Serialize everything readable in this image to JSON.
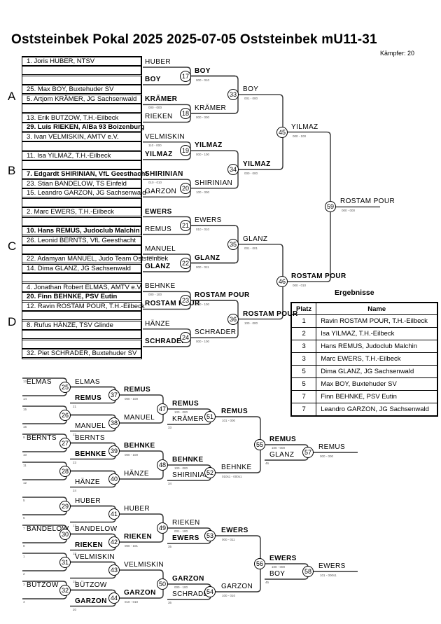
{
  "header": {
    "title": "Oststeinbek Pokal 2025  2025-07-05  Oststeinbek   mU11-31",
    "fighters_count": "Kämpfer: 20"
  },
  "pools": [
    "A",
    "B",
    "C",
    "D"
  ],
  "seeds": [
    {
      "text": "1. Joris HUBER, NTSV",
      "bold": false
    },
    {
      "text": "",
      "bold": false
    },
    {
      "text": "",
      "bold": false
    },
    {
      "text": "25. Max BOY, Buxtehuder SV",
      "bold": false
    },
    {
      "text": "5. Artjom KRÄMER, JG Sachsenwald",
      "bold": false
    },
    {
      "text": "",
      "bold": false
    },
    {
      "text": "13. Erik BUTZOW, T.H.-Eilbeck",
      "bold": false
    },
    {
      "text": "29. Luis RIEKEN, AlBa 93 Boizenburg",
      "bold": true
    },
    {
      "text": "3. Ivan VELMISKIN, AMTV e.V.",
      "bold": false
    },
    {
      "text": "",
      "bold": false
    },
    {
      "text": "11. Isa YILMAZ, T.H.-Eilbeck",
      "bold": false
    },
    {
      "text": "",
      "bold": false
    },
    {
      "text": "7. Edgardt SHIRINIAN, VfL Geesthacht",
      "bold": true
    },
    {
      "text": "23. Stian BANDELOW, TS Einfeld",
      "bold": false
    },
    {
      "text": "15. Leandro GARZON, JG Sachsenwald",
      "bold": false
    },
    {
      "text": "",
      "bold": false
    },
    {
      "text": "2. Marc EWERS, T.H.-Eilbeck",
      "bold": false
    },
    {
      "text": "",
      "bold": false
    },
    {
      "text": "10. Hans REMUS, Judoclub Malchin",
      "bold": true
    },
    {
      "text": "26. Leonid BERNTS, VfL Geesthacht",
      "bold": false
    },
    {
      "text": "",
      "bold": false
    },
    {
      "text": "22. Adamyan MANUEL, Judo Team Oststeinbek",
      "bold": false
    },
    {
      "text": "14. Dima GLANZ, JG Sachsenwald",
      "bold": false
    },
    {
      "text": "",
      "bold": false
    },
    {
      "text": "4. Jonathan Robert ELMAS, AMTV e.V.",
      "bold": false
    },
    {
      "text": "20. Finn BEHNKE, PSV Eutin",
      "bold": true
    },
    {
      "text": "12. Ravin ROSTAM POUR, T.H.-Eilbeck",
      "bold": false
    },
    {
      "text": "",
      "bold": false
    },
    {
      "text": "8. Rufus HÄNZE, TSV Glinde",
      "bold": false
    },
    {
      "text": "",
      "bold": false
    },
    {
      "text": "",
      "bold": false
    },
    {
      "text": "32. Piet SCHRADER, Buxtehuder SV",
      "bold": false
    }
  ],
  "round1_labels": [
    {
      "text": "HUBER",
      "bold": false
    },
    {
      "text": "BOY",
      "bold": true
    },
    {
      "text": "KRÄMER",
      "bold": true
    },
    {
      "text": "RIEKEN",
      "bold": false
    },
    {
      "text": "VELMISKIN",
      "bold": false
    },
    {
      "text": "YILMAZ",
      "bold": true
    },
    {
      "text": "SHIRINIAN",
      "bold": true
    },
    {
      "text": "GARZON",
      "bold": false
    },
    {
      "text": "EWERS",
      "bold": true
    },
    {
      "text": "REMUS",
      "bold": false
    },
    {
      "text": "MANUEL",
      "bold": false
    },
    {
      "text": "GLANZ",
      "bold": true
    },
    {
      "text": "BEHNKE",
      "bold": false
    },
    {
      "text": "ROSTAM POUR",
      "bold": true
    },
    {
      "text": "HÄNZE",
      "bold": false
    },
    {
      "text": "SCHRADER",
      "bold": true
    }
  ],
  "round1_scores": [
    "",
    "000 - 000",
    "110 - 000",
    "010 - 010",
    "",
    "000 - 100",
    "000 - 100",
    ""
  ],
  "main_matches": [
    {
      "no": "17",
      "winner": "BOY",
      "bold": true,
      "score": "000 - 010"
    },
    {
      "no": "18",
      "winner": "KRÄMER",
      "bold": false,
      "score": "000 - 000"
    },
    {
      "no": "19",
      "winner": "YILMAZ",
      "bold": true,
      "score": "000 - 100"
    },
    {
      "no": "20",
      "winner": "SHIRINIAN",
      "bold": false,
      "score": "100 - 000"
    },
    {
      "no": "21",
      "winner": "EWERS",
      "bold": false,
      "score": "010 - 010"
    },
    {
      "no": "22",
      "winner": "GLANZ",
      "bold": true,
      "score": "000 - 011"
    },
    {
      "no": "23",
      "winner": "ROSTAM POUR",
      "bold": true,
      "score": "000 - 100"
    },
    {
      "no": "24",
      "winner": "SCHRADER",
      "bold": false,
      "score": "000 - 100"
    },
    {
      "no": "33",
      "winner": "BOY",
      "bold": false,
      "score": "001 - 000"
    },
    {
      "no": "34",
      "winner": "YILMAZ",
      "bold": true,
      "score": "000 - 000"
    },
    {
      "no": "35",
      "winner": "GLANZ",
      "bold": false,
      "score": "001 - 001"
    },
    {
      "no": "36",
      "winner": "ROSTAM POUR",
      "bold": true,
      "score": "100 - 000"
    },
    {
      "no": "45",
      "winner": "YILMAZ",
      "bold": false,
      "score": "000 - 100"
    },
    {
      "no": "46",
      "winner": "ROSTAM POUR",
      "bold": true,
      "score": "000 - 010"
    },
    {
      "no": "59",
      "winner": "ROSTAM POUR",
      "bold": false,
      "score": "000 - 000"
    }
  ],
  "results": {
    "title": "Ergebnisse",
    "headers": [
      "Platz",
      "Name"
    ],
    "rows": [
      {
        "place": "1",
        "name": "Ravin ROSTAM POUR, T.H.-Eilbeck"
      },
      {
        "place": "2",
        "name": "Isa YILMAZ, T.H.-Eilbeck"
      },
      {
        "place": "3",
        "name": "Hans REMUS, Judoclub Malchin"
      },
      {
        "place": "3",
        "name": "Marc EWERS, T.H.-Eilbeck"
      },
      {
        "place": "5",
        "name": "Dima GLANZ, JG Sachsenwald"
      },
      {
        "place": "5",
        "name": "Max BOY, Buxtehuder SV"
      },
      {
        "place": "7",
        "name": "Finn BEHNKE, PSV Eutin"
      },
      {
        "place": "7",
        "name": "Leandro GARZON, JG Sachsenwald"
      }
    ]
  },
  "repechage": {
    "entries": [
      {
        "text": "ELMAS",
        "bold": false,
        "ref_top": "13",
        "ref_bot": "14"
      },
      {
        "text": "",
        "bold": false,
        "ref_top": "15",
        "ref_bot": "16"
      },
      {
        "text": "BERNTS",
        "bold": false,
        "ref_top": "9",
        "ref_bot": "10"
      },
      {
        "text": "",
        "bold": false,
        "ref_top": "11",
        "ref_bot": "12"
      },
      {
        "text": "",
        "bold": false,
        "ref_top": "5",
        "ref_bot": "6"
      },
      {
        "text": "BANDELOW",
        "bold": false,
        "ref_top": "7",
        "ref_bot": "8"
      },
      {
        "text": "",
        "bold": false,
        "ref_top": "1",
        "ref_bot": "2"
      },
      {
        "text": "BÜTZOW",
        "bold": false,
        "ref_top": "3",
        "ref_bot": "4"
      }
    ],
    "r1": [
      {
        "no": "25",
        "winner": "ELMAS",
        "bold": false,
        "loser": "REMUS",
        "loser_bold": true,
        "ref": "21"
      },
      {
        "no": "26",
        "winner": "",
        "bold": false,
        "loser": "MANUEL",
        "loser_bold": false,
        "ref": "22"
      },
      {
        "no": "27",
        "winner": "BERNTS",
        "bold": false,
        "loser": "BEHNKE",
        "loser_bold": true,
        "ref": "23"
      },
      {
        "no": "28",
        "winner": "",
        "bold": false,
        "loser": "HÄNZE",
        "loser_bold": false,
        "ref": "24"
      },
      {
        "no": "29",
        "winner": "HUBER",
        "bold": false,
        "loser": "",
        "loser_bold": false,
        "ref": "17"
      },
      {
        "no": "30",
        "winner": "BANDELOW",
        "bold": false,
        "loser": "RIEKEN",
        "loser_bold": true,
        "ref": "18"
      },
      {
        "no": "31",
        "winner": "VELMISKIN",
        "bold": false,
        "loser": "",
        "loser_bold": false,
        "ref": "19"
      },
      {
        "no": "32",
        "winner": "BÜTZOW",
        "bold": false,
        "loser": "GARZON",
        "loser_bold": true,
        "ref": "20"
      }
    ],
    "r2": [
      {
        "no": "37",
        "winner": "REMUS",
        "bold": true,
        "score": "000 - 100"
      },
      {
        "no": "38",
        "winner": "MANUEL",
        "bold": false,
        "score": ""
      },
      {
        "no": "39",
        "winner": "BEHNKE",
        "bold": true,
        "score": "000 - 100"
      },
      {
        "no": "40",
        "winner": "HÄNZE",
        "bold": false,
        "score": ""
      },
      {
        "no": "41",
        "winner": "HUBER",
        "bold": false,
        "score": ""
      },
      {
        "no": "42",
        "winner": "RIEKEN",
        "bold": true,
        "score": "000 - 101"
      },
      {
        "no": "43",
        "winner": "VELMISKIN",
        "bold": false,
        "score": ""
      },
      {
        "no": "44",
        "winner": "GARZON",
        "bold": true,
        "score": "010 - 010"
      }
    ],
    "r3": [
      {
        "no": "47",
        "winner": "REMUS",
        "bold": true,
        "score": "100 - 000",
        "loser": "KRÄMER",
        "ref": "33"
      },
      {
        "no": "48",
        "winner": "BEHNKE",
        "bold": true,
        "score": "100 - 000",
        "loser": "SHIRINIAN",
        "ref": "34"
      },
      {
        "no": "49",
        "winner": "RIEKEN",
        "bold": false,
        "score": "001 - 100",
        "loser": "EWERS",
        "loser_bold": true,
        "ref": "35"
      },
      {
        "no": "50",
        "winner": "GARZON",
        "bold": true,
        "score": "000 - 100",
        "loser": "SCHRADER",
        "ref": "36"
      }
    ],
    "r4": [
      {
        "no": "51",
        "winner": "REMUS",
        "bold": true,
        "score": "101 - 000"
      },
      {
        "no": "52",
        "winner": "BEHNKE",
        "bold": false,
        "score": "010s1 - 000s1"
      },
      {
        "no": "53",
        "winner": "EWERS",
        "bold": true,
        "score": "000 - 011"
      },
      {
        "no": "54",
        "winner": "GARZON",
        "bold": false,
        "score": "100 - 010"
      }
    ],
    "r5": [
      {
        "no": "55",
        "winner": "REMUS",
        "bold": true,
        "score": "100 - 000",
        "loser": "GLANZ",
        "ref": "46"
      },
      {
        "no": "56",
        "winner": "EWERS",
        "bold": true,
        "score": "100 - 000",
        "loser": "BOY",
        "ref": "45"
      }
    ],
    "final": [
      {
        "no": "57",
        "winner": "REMUS",
        "bold": false,
        "score": "000 - 000"
      },
      {
        "no": "58",
        "winner": "EWERS",
        "bold": false,
        "score": "101 - 000s1"
      }
    ]
  }
}
